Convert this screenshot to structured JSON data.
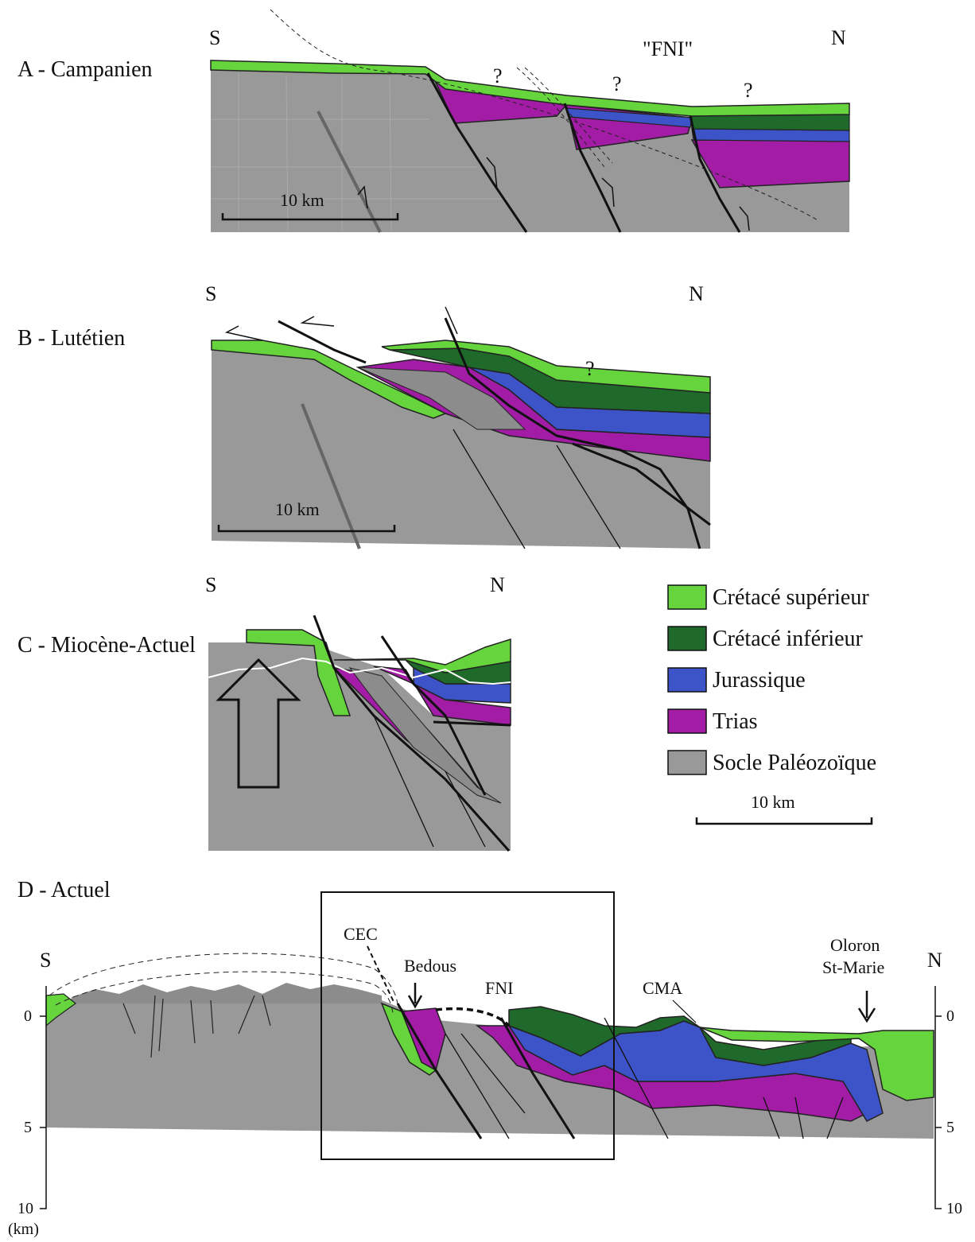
{
  "panels": {
    "a": {
      "title": "A - Campanien",
      "south": "S",
      "north": "N",
      "fault_label": "\"FNI\"",
      "question_marks": [
        "?",
        "?",
        "?"
      ],
      "scale_label": "10 km"
    },
    "b": {
      "title": "B - Lutétien",
      "south": "S",
      "north": "N",
      "question_mark": "?",
      "scale_label": "10 km"
    },
    "c": {
      "title": "C - Miocène-Actuel",
      "south": "S",
      "north": "N"
    },
    "d": {
      "title": "D - Actuel",
      "south": "S",
      "north": "N",
      "labels": {
        "cec": "CEC",
        "bedous": "Bedous",
        "fni": "FNI",
        "cma": "CMA",
        "oloron_1": "Oloron",
        "oloron_2": "St-Marie"
      },
      "depth_axis": {
        "ticks": [
          "0",
          "5",
          "10"
        ],
        "unit": "(km)"
      }
    }
  },
  "legend": {
    "items": [
      {
        "label": "Crétacé supérieur",
        "color": "#66d43c"
      },
      {
        "label": "Crétacé inférieur",
        "color": "#1f6a2b"
      },
      {
        "label": "Jurassique",
        "color": "#3c54c8"
      },
      {
        "label": "Trias",
        "color": "#a21ca6"
      },
      {
        "label": "Socle Paléozoïque",
        "color": "#999999"
      }
    ],
    "scale_label": "10 km"
  },
  "colors": {
    "cretace_superieur": "#66d43c",
    "cretace_inferieur": "#1f6a2b",
    "jurassique": "#3c54c8",
    "trias": "#a21ca6",
    "socle": "#999999",
    "socle_dark": "#8c8c8c"
  }
}
